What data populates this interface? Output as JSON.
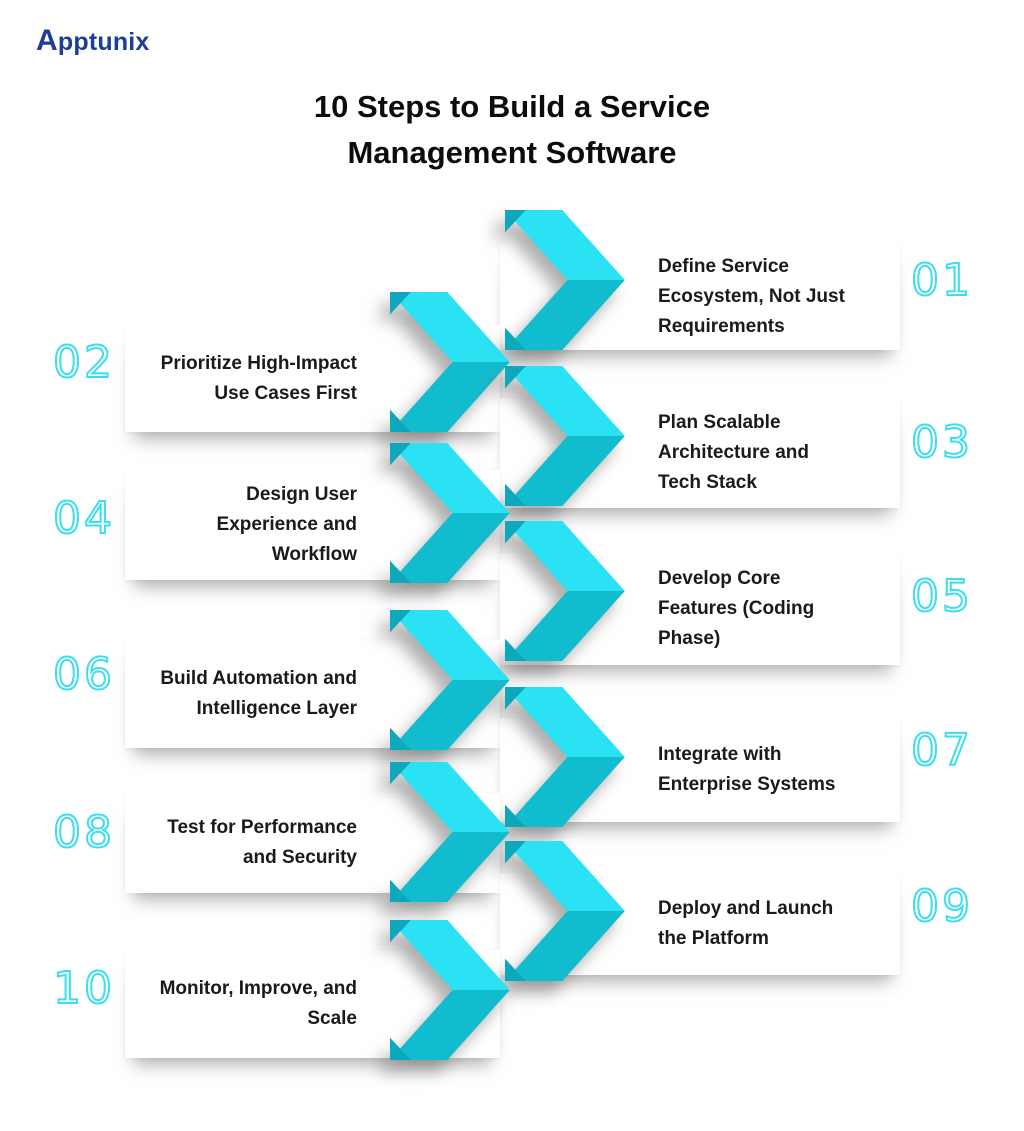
{
  "logo": {
    "initial": "A",
    "rest": "pptunix"
  },
  "title": {
    "line1": "10 Steps to Build a Service",
    "line2": "Management Software"
  },
  "colors": {
    "chevron_top": "#2ae2f4",
    "chevron_bottom": "#12bccf",
    "chevron_fold": "#0ea8bc",
    "number_outline": "#3adfef",
    "logo_navy": "#1c3e94",
    "text": "#1a1a1a"
  },
  "steps": [
    {
      "number": "01",
      "side": "right",
      "lines": [
        "Define Service",
        "Ecosystem, Not Just",
        "Requirements"
      ]
    },
    {
      "number": "02",
      "side": "left",
      "lines": [
        "Prioritize High-Impact",
        "Use Cases First"
      ]
    },
    {
      "number": "03",
      "side": "right",
      "lines": [
        "Plan Scalable",
        "Architecture and",
        "Tech Stack"
      ]
    },
    {
      "number": "04",
      "side": "left",
      "lines": [
        "Design User",
        "Experience and",
        "Workflow"
      ]
    },
    {
      "number": "05",
      "side": "right",
      "lines": [
        "Develop Core",
        "Features (Coding",
        "Phase)"
      ]
    },
    {
      "number": "06",
      "side": "left",
      "lines": [
        "Build Automation and",
        "Intelligence Layer"
      ]
    },
    {
      "number": "07",
      "side": "right",
      "lines": [
        "Integrate with",
        "Enterprise Systems"
      ]
    },
    {
      "number": "08",
      "side": "left",
      "lines": [
        "Test for Performance",
        "and Security"
      ]
    },
    {
      "number": "09",
      "side": "right",
      "lines": [
        "Deploy and Launch",
        "the Platform"
      ]
    },
    {
      "number": "10",
      "side": "left",
      "lines": [
        "Monitor, Improve, and",
        "Scale"
      ]
    }
  ]
}
